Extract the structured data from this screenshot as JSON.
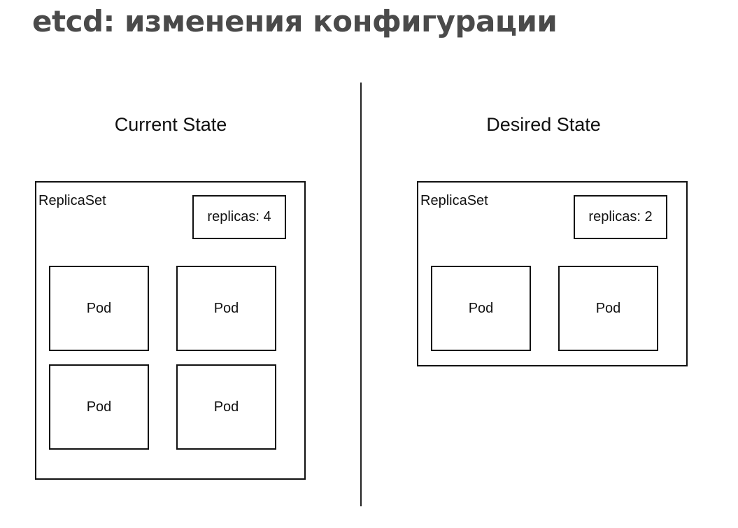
{
  "title": "etcd: изменения конфигурации",
  "current": {
    "heading": "Current State",
    "replicaset_label": "ReplicaSet",
    "replicas_label": "replicas: 4",
    "pods": [
      "Pod",
      "Pod",
      "Pod",
      "Pod"
    ]
  },
  "desired": {
    "heading": "Desired State",
    "replicaset_label": "ReplicaSet",
    "replicas_label": "replicas: 2",
    "pods": [
      "Pod",
      "Pod"
    ]
  }
}
